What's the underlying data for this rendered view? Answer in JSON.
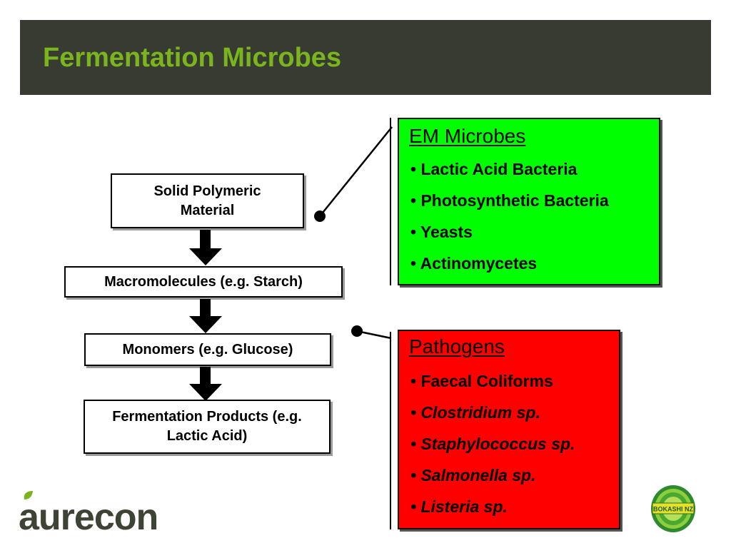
{
  "slide": {
    "title": "Fermentation Microbes"
  },
  "flow": {
    "steps": [
      "Solid Polymeric Material",
      "Macromolecules (e.g. Starch)",
      "Monomers (e.g. Glucose)",
      "Fermentation Products (e.g. Lactic Acid)"
    ]
  },
  "em_microbes": {
    "heading": "EM Microbes",
    "items": [
      "• Lactic Acid Bacteria",
      "• Photosynthetic Bacteria",
      "• Yeasts",
      "• Actinomycetes"
    ]
  },
  "pathogens": {
    "heading": "Pathogens",
    "items": [
      "• Faecal Coliforms",
      "• Clostridium sp.",
      "• Staphylococcus sp.",
      "• Salmonella sp.",
      "• Listeria sp."
    ]
  },
  "logos": {
    "aurecon": "aurecon",
    "bokashi": "BOKASHI NZ"
  },
  "colors": {
    "title_bar": "#383b31",
    "title_text": "#7ab51d",
    "em_box": "#00ff00",
    "pathogen_box": "#ff0000",
    "aurecon_text": "#3d4436",
    "aurecon_leaf": "#7ab51d"
  }
}
